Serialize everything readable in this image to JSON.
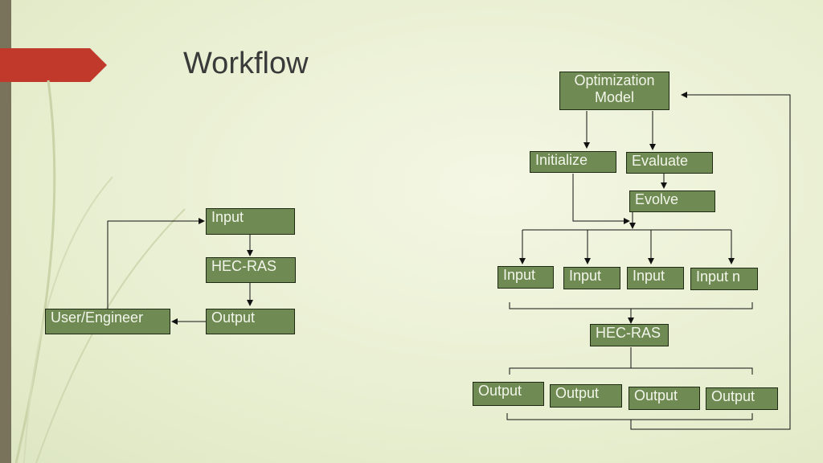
{
  "title": "Workflow",
  "left": {
    "input": "Input",
    "hecras": "HEC-RAS",
    "output": "Output",
    "user": "User/Engineer"
  },
  "right": {
    "opt_model": "Optimization Model",
    "initialize": "Initialize",
    "evaluate": "Evaluate",
    "evolve": "Evolve",
    "inputs": [
      "Input",
      "Input",
      "Input",
      "Input n"
    ],
    "hecras": "HEC-RAS",
    "outputs": [
      "Output",
      "Output",
      "Output",
      "Output"
    ]
  },
  "colors": {
    "box": "#6f8a52",
    "accent": "#c0392b",
    "bar": "#7a735c"
  }
}
